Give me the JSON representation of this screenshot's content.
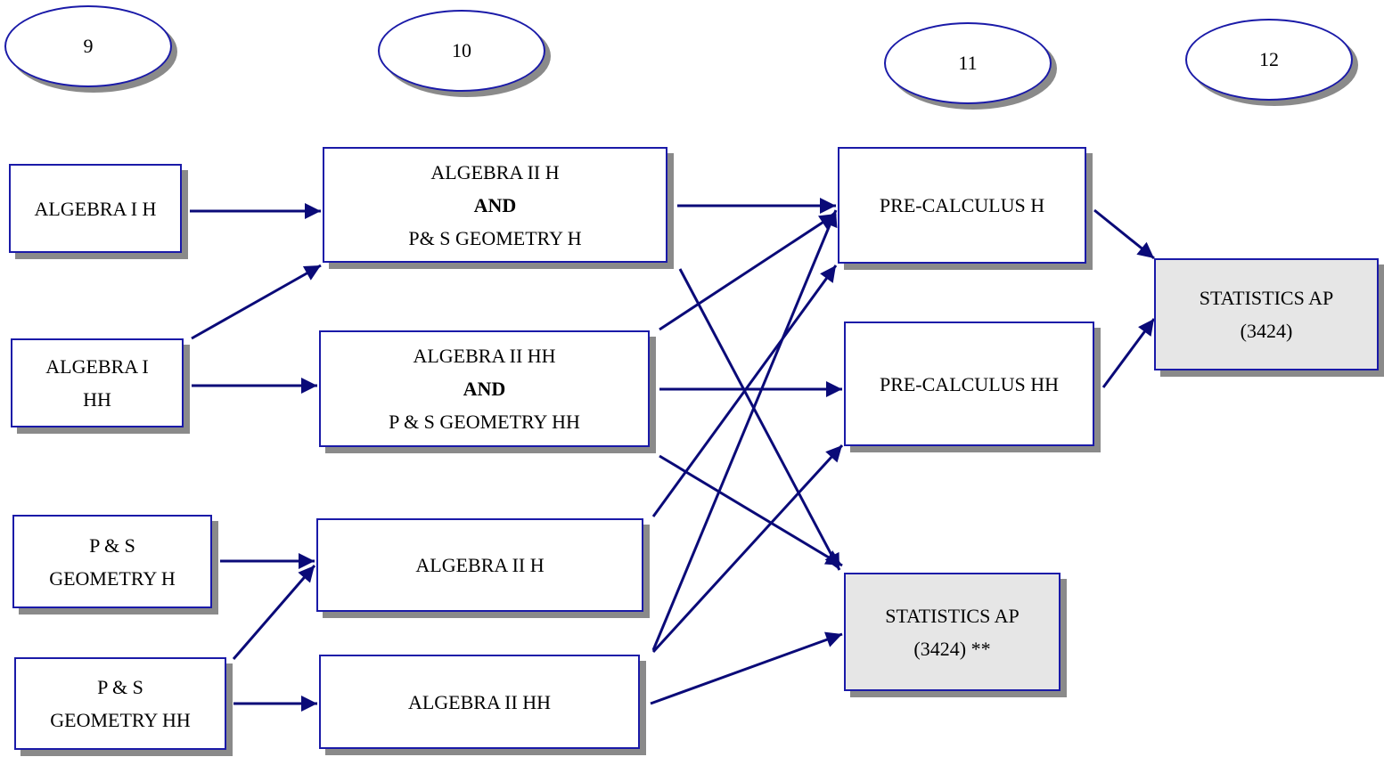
{
  "grades": [
    "9",
    "10",
    "11",
    "12"
  ],
  "courses": {
    "algebra1_h": [
      "ALGEBRA I H"
    ],
    "algebra1_hh": [
      "ALGEBRA I",
      "HH"
    ],
    "ps_geometry_h_9": [
      "P & S",
      "GEOMETRY H"
    ],
    "ps_geometry_hh_9": [
      "P & S",
      "GEOMETRY HH"
    ],
    "alg2h_and_psgeo_h": {
      "line1": "ALGEBRA II H",
      "conj": "AND",
      "line2": "P& S GEOMETRY H"
    },
    "alg2hh_and_psgeo_hh": {
      "line1": "ALGEBRA II HH",
      "conj": "AND",
      "line2": "P & S GEOMETRY HH"
    },
    "algebra2_h": [
      "ALGEBRA II H"
    ],
    "algebra2_hh": [
      "ALGEBRA II HH"
    ],
    "precalc_h": [
      "PRE-CALCULUS H"
    ],
    "precalc_hh": [
      "PRE-CALCULUS HH"
    ],
    "statistics_ap_11": [
      "STATISTICS AP",
      "(3424) **"
    ],
    "statistics_ap_12": [
      "STATISTICS AP",
      "(3424)"
    ]
  },
  "colors": {
    "border": "#1a1aa8",
    "arrow": "#0a0a78",
    "shadow": "#8a8a8a",
    "shaded": "#e6e6e6"
  }
}
